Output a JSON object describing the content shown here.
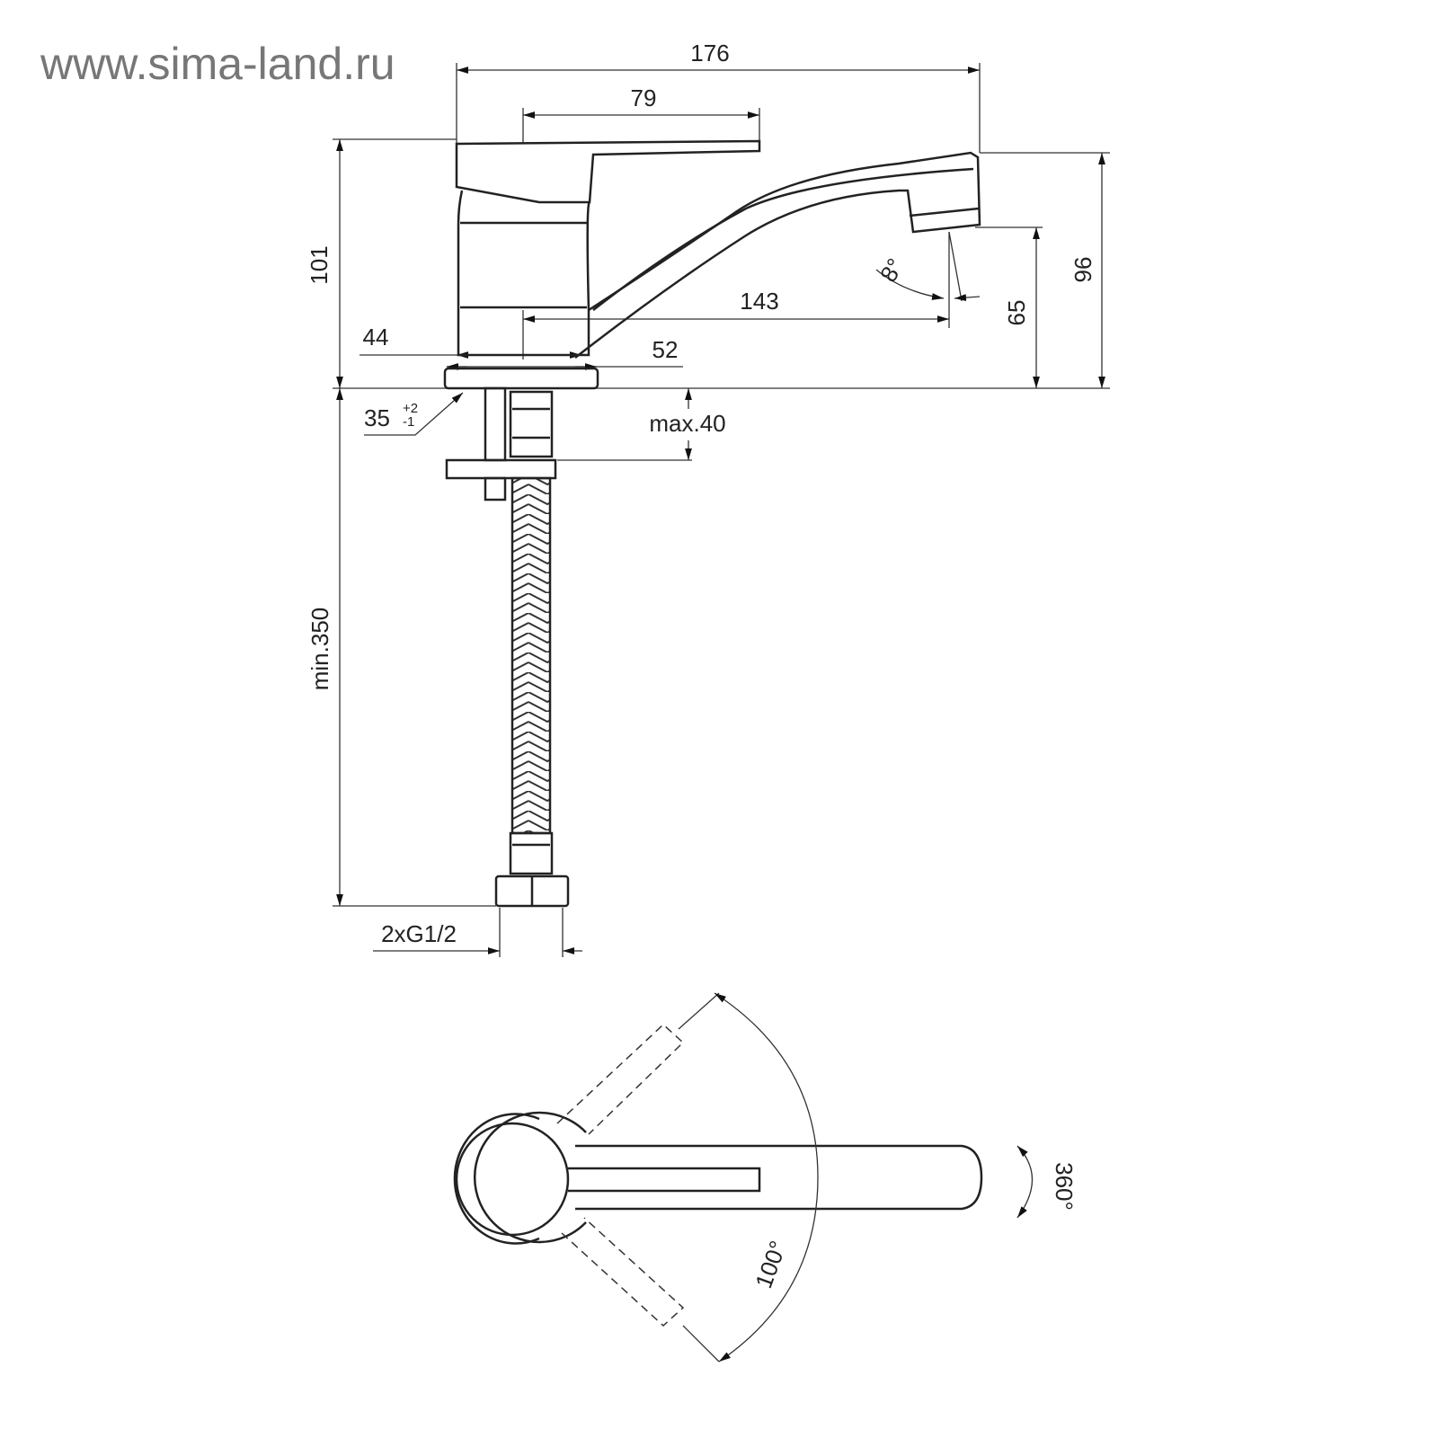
{
  "watermark": "www.sima-land.ru",
  "dimensions": {
    "overall_length": "176",
    "handle_length": "79",
    "total_height": "101",
    "spout_height": "96",
    "outlet_clearance": "65",
    "spout_reach": "143",
    "body_width": "44",
    "base_width": "52",
    "hole_diameter": "35",
    "hole_tol_plus": "+2",
    "hole_tol_minus": "-1",
    "max_deck": "max.40",
    "min_hose": "min.350",
    "connection": "2xG1/2",
    "outlet_angle": "8°",
    "lever_angle": "100°",
    "spout_rotation": "360°"
  }
}
